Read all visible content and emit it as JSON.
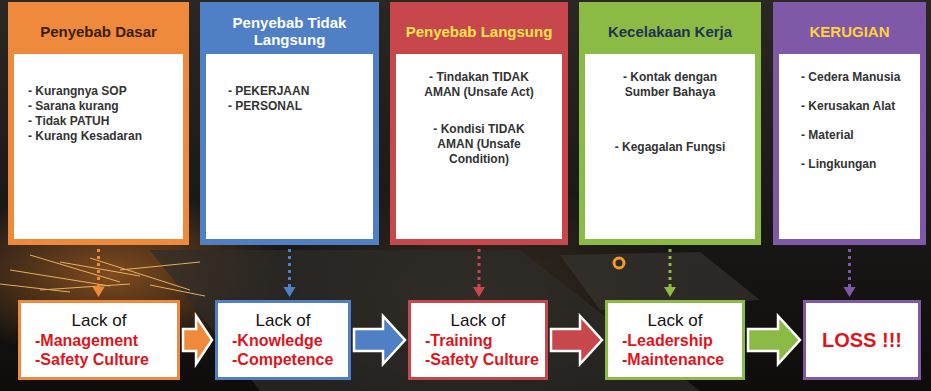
{
  "diagram": {
    "nodes": [
      {
        "text": [
          "Penyebab Dasar",
          "- Kurangnya SOP",
          "- Sarana kurang",
          "- Tidak PATUH",
          "- Kurang Kesadaran"
        ]
      },
      {
        "text": [
          "Penyebab Tidak Langsung",
          "- PEKERJAAN",
          "- PERSONAL"
        ]
      },
      {
        "text": [
          "Penyebab Langsung",
          "- Tindakan TIDAK AMAN (Unsafe Act)",
          "- Kondisi TIDAK AMAN (Unsafe Condition)"
        ]
      },
      {
        "text": [
          "Kecelakaan Kerja",
          "- Kontak dengan Sumber Bahaya",
          "- Kegagalan Fungsi"
        ]
      },
      {
        "text": [
          "KERUGIAN",
          "- Cedera Manusia",
          "- Kerusakan Alat",
          "- Material",
          "- Lingkungan"
        ]
      },
      {
        "text": [
          "Lack of",
          "-Management",
          "-Safety Culture"
        ]
      },
      {
        "text": [
          "Lack of",
          "-Knowledge",
          "-Competence"
        ]
      },
      {
        "text": [
          "Lack of",
          "-Training",
          "-Safety Culture"
        ]
      },
      {
        "text": [
          "Lack of",
          "-Leadership",
          "-Maintenance"
        ]
      },
      {
        "text": [
          "LOSS !!!"
        ]
      }
    ],
    "edges": [
      {
        "from": 0,
        "to": 5,
        "arrow": "to"
      },
      {
        "from": 1,
        "to": 6,
        "arrow": "to"
      },
      {
        "from": 2,
        "to": 7,
        "arrow": "to"
      },
      {
        "from": 3,
        "to": 8,
        "arrow": "to"
      },
      {
        "from": 4,
        "to": 9,
        "arrow": "to"
      },
      {
        "from": 5,
        "to": 6,
        "arrow": "to"
      },
      {
        "from": 6,
        "to": 7,
        "arrow": "to"
      },
      {
        "from": 7,
        "to": 8,
        "arrow": "to"
      },
      {
        "from": 8,
        "to": 9,
        "arrow": "to"
      }
    ]
  }
}
